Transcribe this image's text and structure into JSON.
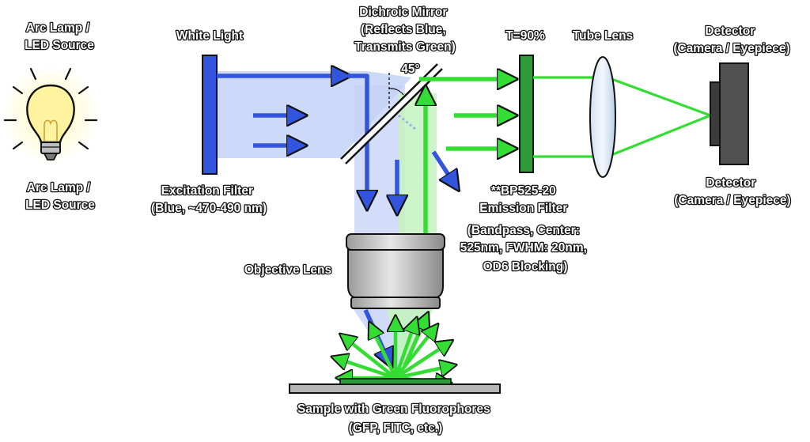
{
  "labels": {
    "source_top": [
      "Arc Lamp /",
      "LED Source"
    ],
    "source_bottom": [
      "Arc Lamp /",
      "LED Source"
    ],
    "white_light": "White Light",
    "dichroic": [
      "Dichroic Mirror",
      "(Reflects Blue,",
      "Transmits Green)"
    ],
    "angle": "45°",
    "transmission": "T=90%",
    "tube_lens": "Tube Lens",
    "detector_top": [
      "Detector",
      "(Camera / Eyepiece)"
    ],
    "detector_bottom": [
      "Detector",
      "(Camera / Eyepiece)"
    ],
    "excitation_filter": [
      "Excitation Filter",
      "(Blue, ~470-490 nm)"
    ],
    "emission_filter": [
      "**BP525-20",
      "Emission Filter",
      "(Bandpass, Center:",
      "525nm, FWHM: 20nm,",
      "OD6 Blocking)"
    ],
    "objective_lens": "Objective Lens",
    "sample": [
      "Sample with Green Fluorophores",
      "(GFP, FITC, etc.)"
    ]
  },
  "colors": {
    "excitation_blue": "#3355dd",
    "blue_beam_fill": "#c4d2f7",
    "emission_green": "#33dd33",
    "green_beam_fill": "#c6f2c0",
    "filter_green": "#2e9a3a",
    "bulb_yellow": "#fff3a0",
    "detector_gray": "#505050"
  },
  "icons": {
    "source": "light-bulb-icon",
    "detector": "camera-icon"
  }
}
